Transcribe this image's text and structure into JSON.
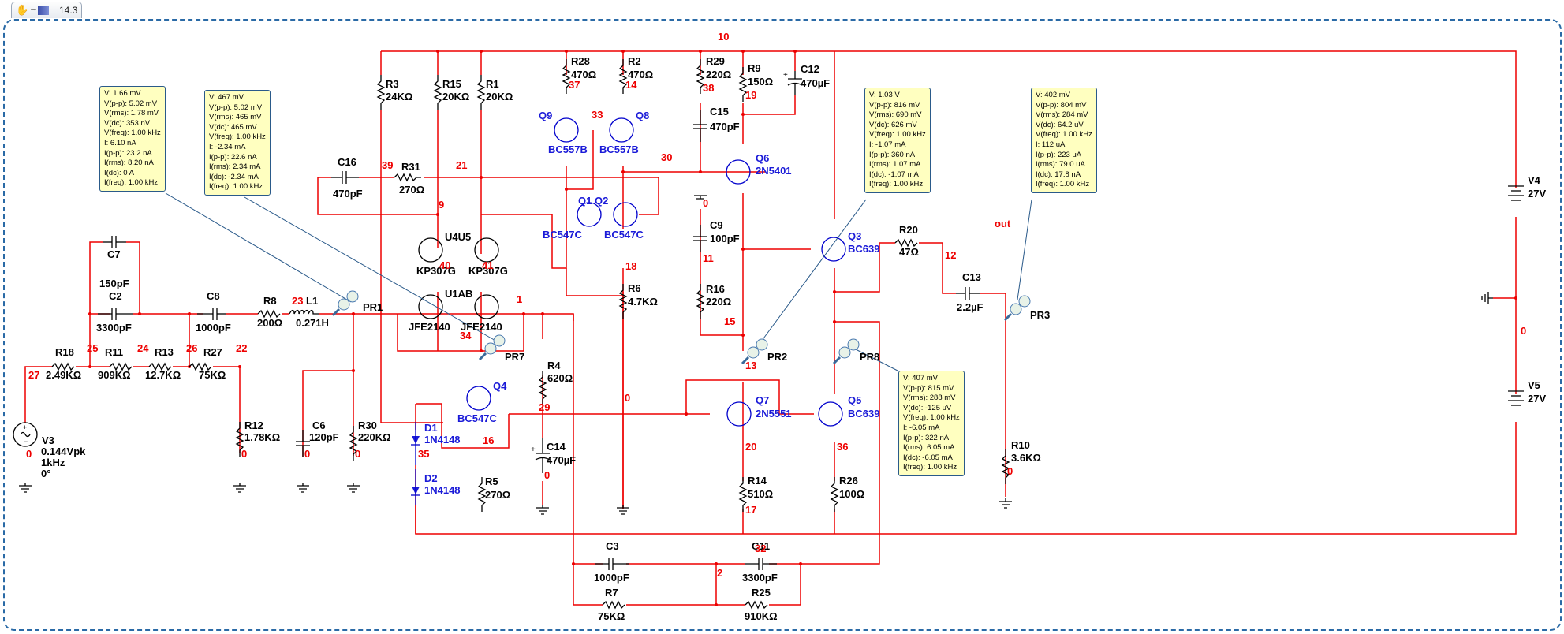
{
  "toolbar": {
    "tab_zoom": "14.3",
    "hand_icon": "hand-icon",
    "arrow_icon": "arrow-icon",
    "grapher_icon": "grapher-icon"
  },
  "probes": [
    {
      "name": "PR1",
      "lines": [
        "V: 1.66 mV",
        "V(p-p): 5.02 mV",
        "V(rms): 1.78 mV",
        "V(dc): 353 nV",
        "V(freq): 1.00 kHz",
        "I: 6.10 nA",
        "I(p-p): 23.2 nA",
        "I(rms): 8.20 nA",
        "I(dc): 0 A",
        "I(freq): 1.00 kHz"
      ]
    },
    {
      "name": "PR7",
      "lines": [
        "V: 467 mV",
        "V(p-p): 5.02 mV",
        "V(rms): 465 mV",
        "V(dc): 465 mV",
        "V(freq): 1.00 kHz",
        "I: -2.34 mA",
        "I(p-p): 22.6 nA",
        "I(rms): 2.34 mA",
        "I(dc): -2.34 mA",
        "I(freq): 1.00 kHz"
      ]
    },
    {
      "name": "PR2",
      "lines": [
        "V: 1.03 V",
        "V(p-p): 816 mV",
        "V(rms): 690 mV",
        "V(dc): 626 mV",
        "V(freq): 1.00 kHz",
        "I: -1.07 mA",
        "I(p-p): 360 nA",
        "I(rms): 1.07 mA",
        "I(dc): -1.07 mA",
        "I(freq): 1.00 kHz"
      ]
    },
    {
      "name": "PR3",
      "lines": [
        "V: 402 mV",
        "V(p-p): 804 mV",
        "V(rms): 284 mV",
        "V(dc): 64.2 uV",
        "V(freq): 1.00 kHz",
        "I: 112 uA",
        "I(p-p): 223 uA",
        "I(rms): 79.0 uA",
        "I(dc): 17.8 nA",
        "I(freq): 1.00 kHz"
      ]
    },
    {
      "name": "PR8",
      "lines": [
        "V: 407 mV",
        "V(p-p): 815 mV",
        "V(rms): 288 mV",
        "V(dc): -125 uV",
        "V(freq): 1.00 kHz",
        "I: -6.05 mA",
        "I(p-p): 322 nA",
        "I(rms): 6.05 mA",
        "I(dc): -6.05 mA",
        "I(freq): 1.00 kHz"
      ]
    }
  ],
  "components": {
    "C7": {
      "ref": "C7",
      "val": "150pF"
    },
    "C2": {
      "ref": "C2",
      "val": "3300pF"
    },
    "C8": {
      "ref": "C8",
      "val": "1000pF"
    },
    "R8": {
      "ref": "R8",
      "val": "200Ω"
    },
    "L1": {
      "ref": "L1",
      "val": "0.271H"
    },
    "R18": {
      "ref": "R18",
      "val": "2.49KΩ"
    },
    "R11": {
      "ref": "R11",
      "val": "909KΩ"
    },
    "R13": {
      "ref": "R13",
      "val": "12.7KΩ"
    },
    "R27": {
      "ref": "R27",
      "val": "75KΩ"
    },
    "V3": {
      "ref": "V3",
      "val": "0.144Vpk",
      "freq": "1kHz",
      "phase": "0°"
    },
    "R12": {
      "ref": "R12",
      "val": "1.78KΩ"
    },
    "C6": {
      "ref": "C6",
      "val": "120pF"
    },
    "R30": {
      "ref": "R30",
      "val": "220KΩ"
    },
    "C16": {
      "ref": "C16",
      "val": "470pF"
    },
    "R31": {
      "ref": "R31",
      "val": "270Ω"
    },
    "R3": {
      "ref": "R3",
      "val": "24KΩ"
    },
    "R15": {
      "ref": "R15",
      "val": "20KΩ"
    },
    "R1": {
      "ref": "R1",
      "val": "20KΩ"
    },
    "U4U5": {
      "ref": "U4U5",
      "val1": "KP307G",
      "val2": "KP307G"
    },
    "U1AB": {
      "ref": "U1AB",
      "val1": "JFE2140",
      "val2": "JFE2140"
    },
    "R28": {
      "ref": "R28",
      "val": "470Ω"
    },
    "R2": {
      "ref": "R2",
      "val": "470Ω"
    },
    "Q9": {
      "ref": "Q9",
      "val": "BC557B"
    },
    "Q8": {
      "ref": "Q8",
      "val": "BC557B"
    },
    "Q1Q2": {
      "ref": "Q1 Q2",
      "val1": "BC547C",
      "val2": "BC547C"
    },
    "R6": {
      "ref": "R6",
      "val": "4.7KΩ"
    },
    "R4": {
      "ref": "R4",
      "val": "620Ω"
    },
    "Q4": {
      "ref": "Q4",
      "val": "BC547C"
    },
    "D1": {
      "ref": "D1",
      "val": "1N4148"
    },
    "D2": {
      "ref": "D2",
      "val": "1N4148"
    },
    "R5": {
      "ref": "R5",
      "val": "270Ω"
    },
    "C14": {
      "ref": "C14",
      "val": "470µF"
    },
    "R29": {
      "ref": "R29",
      "val": "220Ω"
    },
    "C15": {
      "ref": "C15",
      "val": "470pF"
    },
    "R9": {
      "ref": "R9",
      "val": "150Ω"
    },
    "C12": {
      "ref": "C12",
      "val": "470µF"
    },
    "Q6": {
      "ref": "Q6",
      "val": "2N5401"
    },
    "C9": {
      "ref": "C9",
      "val": "100pF"
    },
    "R16": {
      "ref": "R16",
      "val": "220Ω"
    },
    "Q3": {
      "ref": "Q3",
      "val": "BC639"
    },
    "R20": {
      "ref": "R20",
      "val": "47Ω"
    },
    "C13": {
      "ref": "C13",
      "val": "2.2µF"
    },
    "Q7": {
      "ref": "Q7",
      "val": "2N5551"
    },
    "Q5": {
      "ref": "Q5",
      "val": "BC639"
    },
    "R14": {
      "ref": "R14",
      "val": "510Ω"
    },
    "R26": {
      "ref": "R26",
      "val": "100Ω"
    },
    "R10": {
      "ref": "R10",
      "val": "3.6KΩ"
    },
    "C3": {
      "ref": "C3",
      "val": "1000pF"
    },
    "C11": {
      "ref": "C11",
      "val": "3300pF"
    },
    "R7": {
      "ref": "R7",
      "val": "75KΩ"
    },
    "R25": {
      "ref": "R25",
      "val": "910KΩ"
    },
    "V4": {
      "ref": "V4",
      "val": "27V"
    },
    "V5": {
      "ref": "V5",
      "val": "27V"
    }
  },
  "nets": {
    "n10": "10",
    "n25": "25",
    "n24": "24",
    "n26": "26",
    "n22": "22",
    "n23": "23",
    "n27": "27",
    "n39": "39",
    "n21": "21",
    "n9": "9",
    "n40": "40",
    "n41": "41",
    "n34": "34",
    "n1": "1",
    "n37": "37",
    "n14": "14",
    "n33": "33",
    "n30": "30",
    "n18": "18",
    "n38": "38",
    "n19": "19",
    "n0a": "0",
    "n11": "11",
    "n15": "15",
    "n13": "13",
    "n20": "20",
    "n36": "36",
    "n17": "17",
    "n12": "12",
    "out": "out",
    "n29": "29",
    "n16": "16",
    "n35": "35",
    "n32": "32",
    "n2": "2",
    "n0": "0"
  },
  "probe_labels": {
    "PR1": "PR1",
    "PR7": "PR7",
    "PR2": "PR2",
    "PR8": "PR8",
    "PR3": "PR3"
  }
}
